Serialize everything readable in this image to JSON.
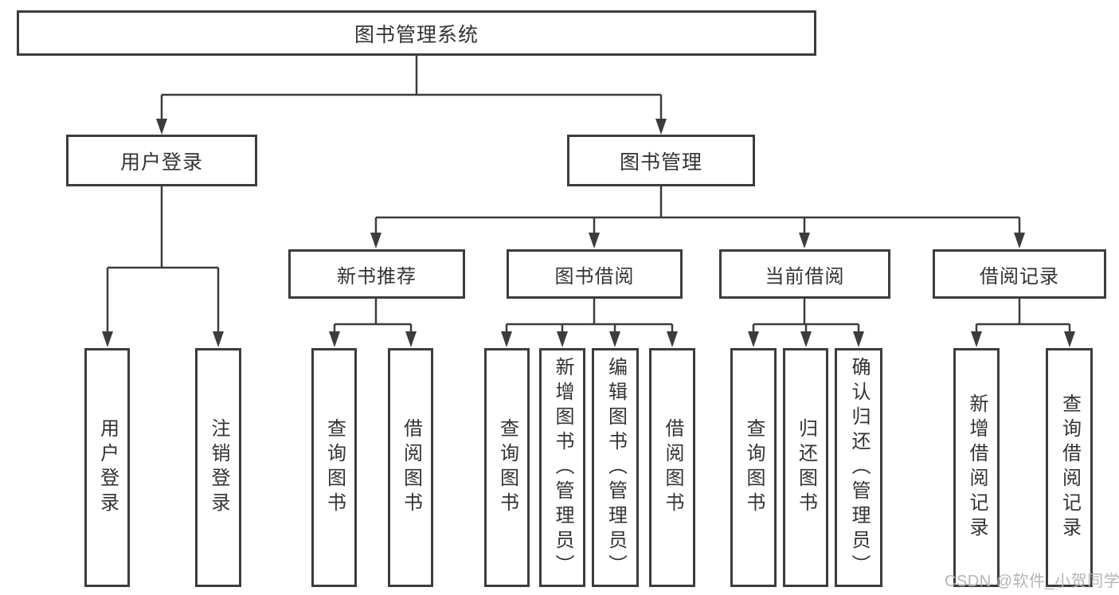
{
  "title": "图书管理系统",
  "colors": {
    "line": "#3c3c3c",
    "box_border": "#3c3c3c",
    "text": "#333333",
    "background": "#ffffff",
    "watermark": "#b4b4b4"
  },
  "tree": {
    "root": {
      "label": "图书管理系统"
    },
    "children": [
      {
        "label": "用户登录",
        "children": [
          {
            "label": "用户登录"
          },
          {
            "label": "注销登录"
          }
        ]
      },
      {
        "label": "图书管理",
        "children": [
          {
            "label": "新书推荐",
            "children": [
              {
                "label": "查询图书"
              },
              {
                "label": "借阅图书"
              }
            ]
          },
          {
            "label": "图书借阅",
            "children": [
              {
                "label": "查询图书"
              },
              {
                "label": "新增图书（管理员）"
              },
              {
                "label": "编辑图书（管理员）"
              },
              {
                "label": "借阅图书"
              }
            ]
          },
          {
            "label": "当前借阅",
            "children": [
              {
                "label": "查询图书"
              },
              {
                "label": "归还图书"
              },
              {
                "label": "确认归还（管理员）"
              }
            ]
          },
          {
            "label": "借阅记录",
            "children": [
              {
                "label": "新增借阅记录"
              },
              {
                "label": "查询借阅记录"
              }
            ]
          }
        ]
      }
    ]
  },
  "watermark": "CSDN @软件_小贺同学"
}
